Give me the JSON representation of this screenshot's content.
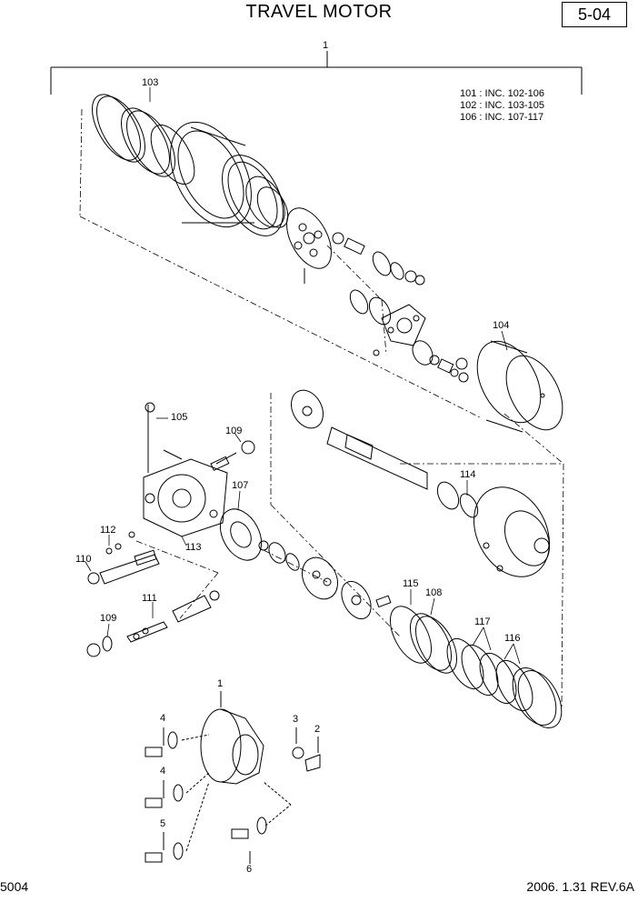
{
  "header": {
    "title": "TRAVEL MOTOR",
    "page_ref": "5-04"
  },
  "legend": [
    "101 : INC. 102-106",
    "102 : INC. 103-105",
    "106 : INC. 107-117"
  ],
  "callouts": {
    "c1_top": "1",
    "c103": "103",
    "c104": "104",
    "c105": "105",
    "c109a": "109",
    "c107": "107",
    "c112": "112",
    "c110": "110",
    "c113": "113",
    "c111": "111",
    "c109b": "109",
    "c114": "114",
    "c115": "115",
    "c108": "108",
    "c117": "117",
    "c116": "116",
    "c1_bottom": "1",
    "c4a": "4",
    "c4b": "4",
    "c5": "5",
    "c3": "3",
    "c2": "2",
    "c6": "6"
  },
  "footer": {
    "left": "5004",
    "right": "2006. 1.31  REV.6A"
  }
}
